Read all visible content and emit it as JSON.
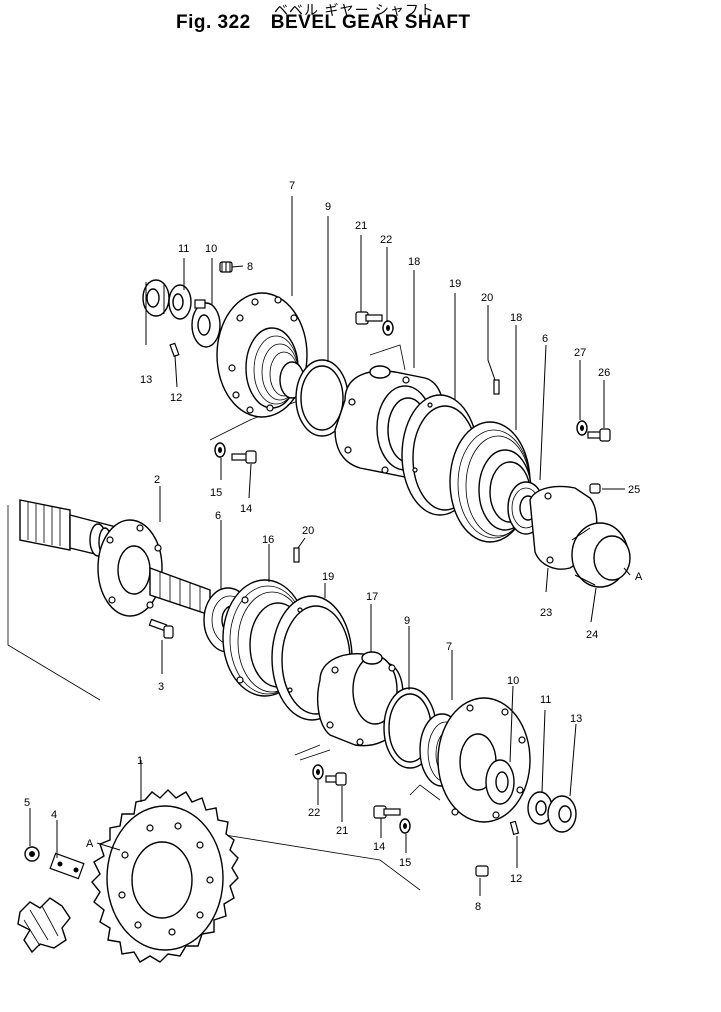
{
  "header": {
    "kana_title": "ベベル ギヤー シャフト",
    "fig_label": "Fig. 322",
    "title": "BEVEL GEAR SHAFT"
  },
  "callouts": {
    "c1": "1",
    "c2": "2",
    "c3": "3",
    "c4": "4",
    "c5": "5",
    "c6a": "6",
    "c6b": "6",
    "c7a": "7",
    "c7b": "7",
    "c8a": "8",
    "c8b": "8",
    "c9a": "9",
    "c9b": "9",
    "c10a": "10",
    "c10b": "10",
    "c11a": "11",
    "c11b": "11",
    "c12a": "12",
    "c12b": "12",
    "c13a": "13",
    "c13b": "13",
    "c14a": "14",
    "c14b": "14",
    "c15a": "15",
    "c15b": "15",
    "c16": "16",
    "c17": "17",
    "c18a": "18",
    "c18b": "18",
    "c19a": "19",
    "c19b": "19",
    "c20a": "20",
    "c20b": "20",
    "c21a": "21",
    "c21b": "21",
    "c22a": "22",
    "c22b": "22",
    "c23": "23",
    "c24": "24",
    "c25": "25",
    "c26": "26",
    "c27": "27",
    "refA1": "A",
    "refA2": "A"
  }
}
